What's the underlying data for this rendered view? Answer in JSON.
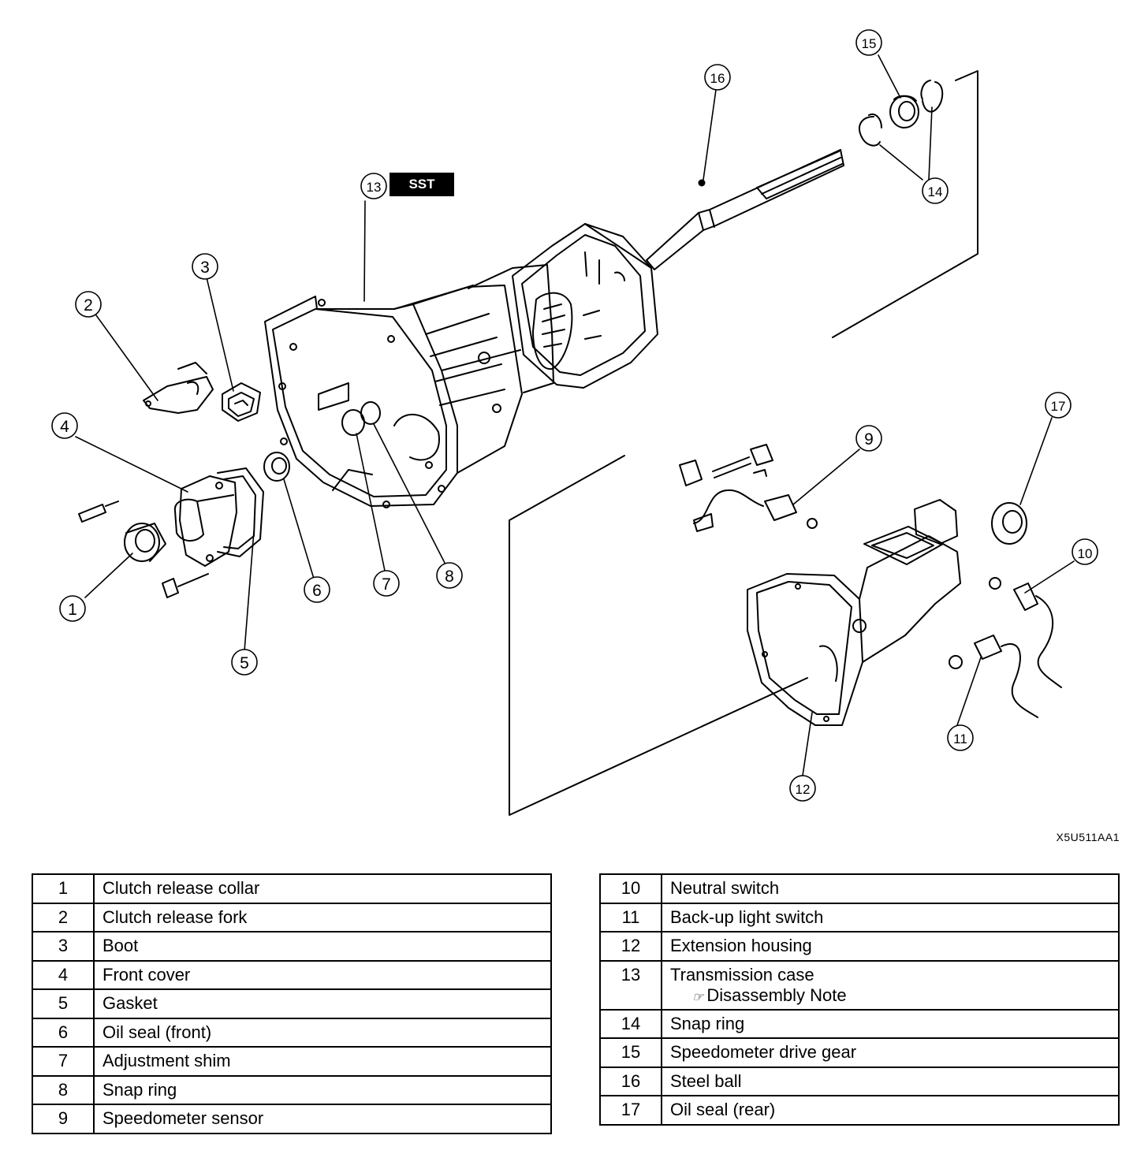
{
  "figure_code": "X5U511AA1",
  "sst_label": "SST",
  "callouts": [
    "1",
    "2",
    "3",
    "4",
    "5",
    "6",
    "7",
    "8",
    "9",
    "10",
    "11",
    "12",
    "13",
    "14",
    "15",
    "16",
    "17"
  ],
  "parts_left": [
    {
      "num": "1",
      "name": "Clutch release collar"
    },
    {
      "num": "2",
      "name": "Clutch release fork"
    },
    {
      "num": "3",
      "name": "Boot"
    },
    {
      "num": "4",
      "name": "Front cover"
    },
    {
      "num": "5",
      "name": "Gasket"
    },
    {
      "num": "6",
      "name": "Oil seal (front)"
    },
    {
      "num": "7",
      "name": "Adjustment shim"
    },
    {
      "num": "8",
      "name": "Snap ring"
    },
    {
      "num": "9",
      "name": "Speedometer sensor"
    }
  ],
  "parts_right": [
    {
      "num": "10",
      "name": "Neutral switch"
    },
    {
      "num": "11",
      "name": "Back-up light switch"
    },
    {
      "num": "12",
      "name": "Extension housing"
    },
    {
      "num": "13",
      "name": "Transmission case",
      "note": "Disassembly Note",
      "note_icon": "pointing-hand-icon"
    },
    {
      "num": "14",
      "name": "Snap ring"
    },
    {
      "num": "15",
      "name": "Speedometer drive gear"
    },
    {
      "num": "16",
      "name": "Steel ball"
    },
    {
      "num": "17",
      "name": "Oil seal (rear)"
    }
  ]
}
